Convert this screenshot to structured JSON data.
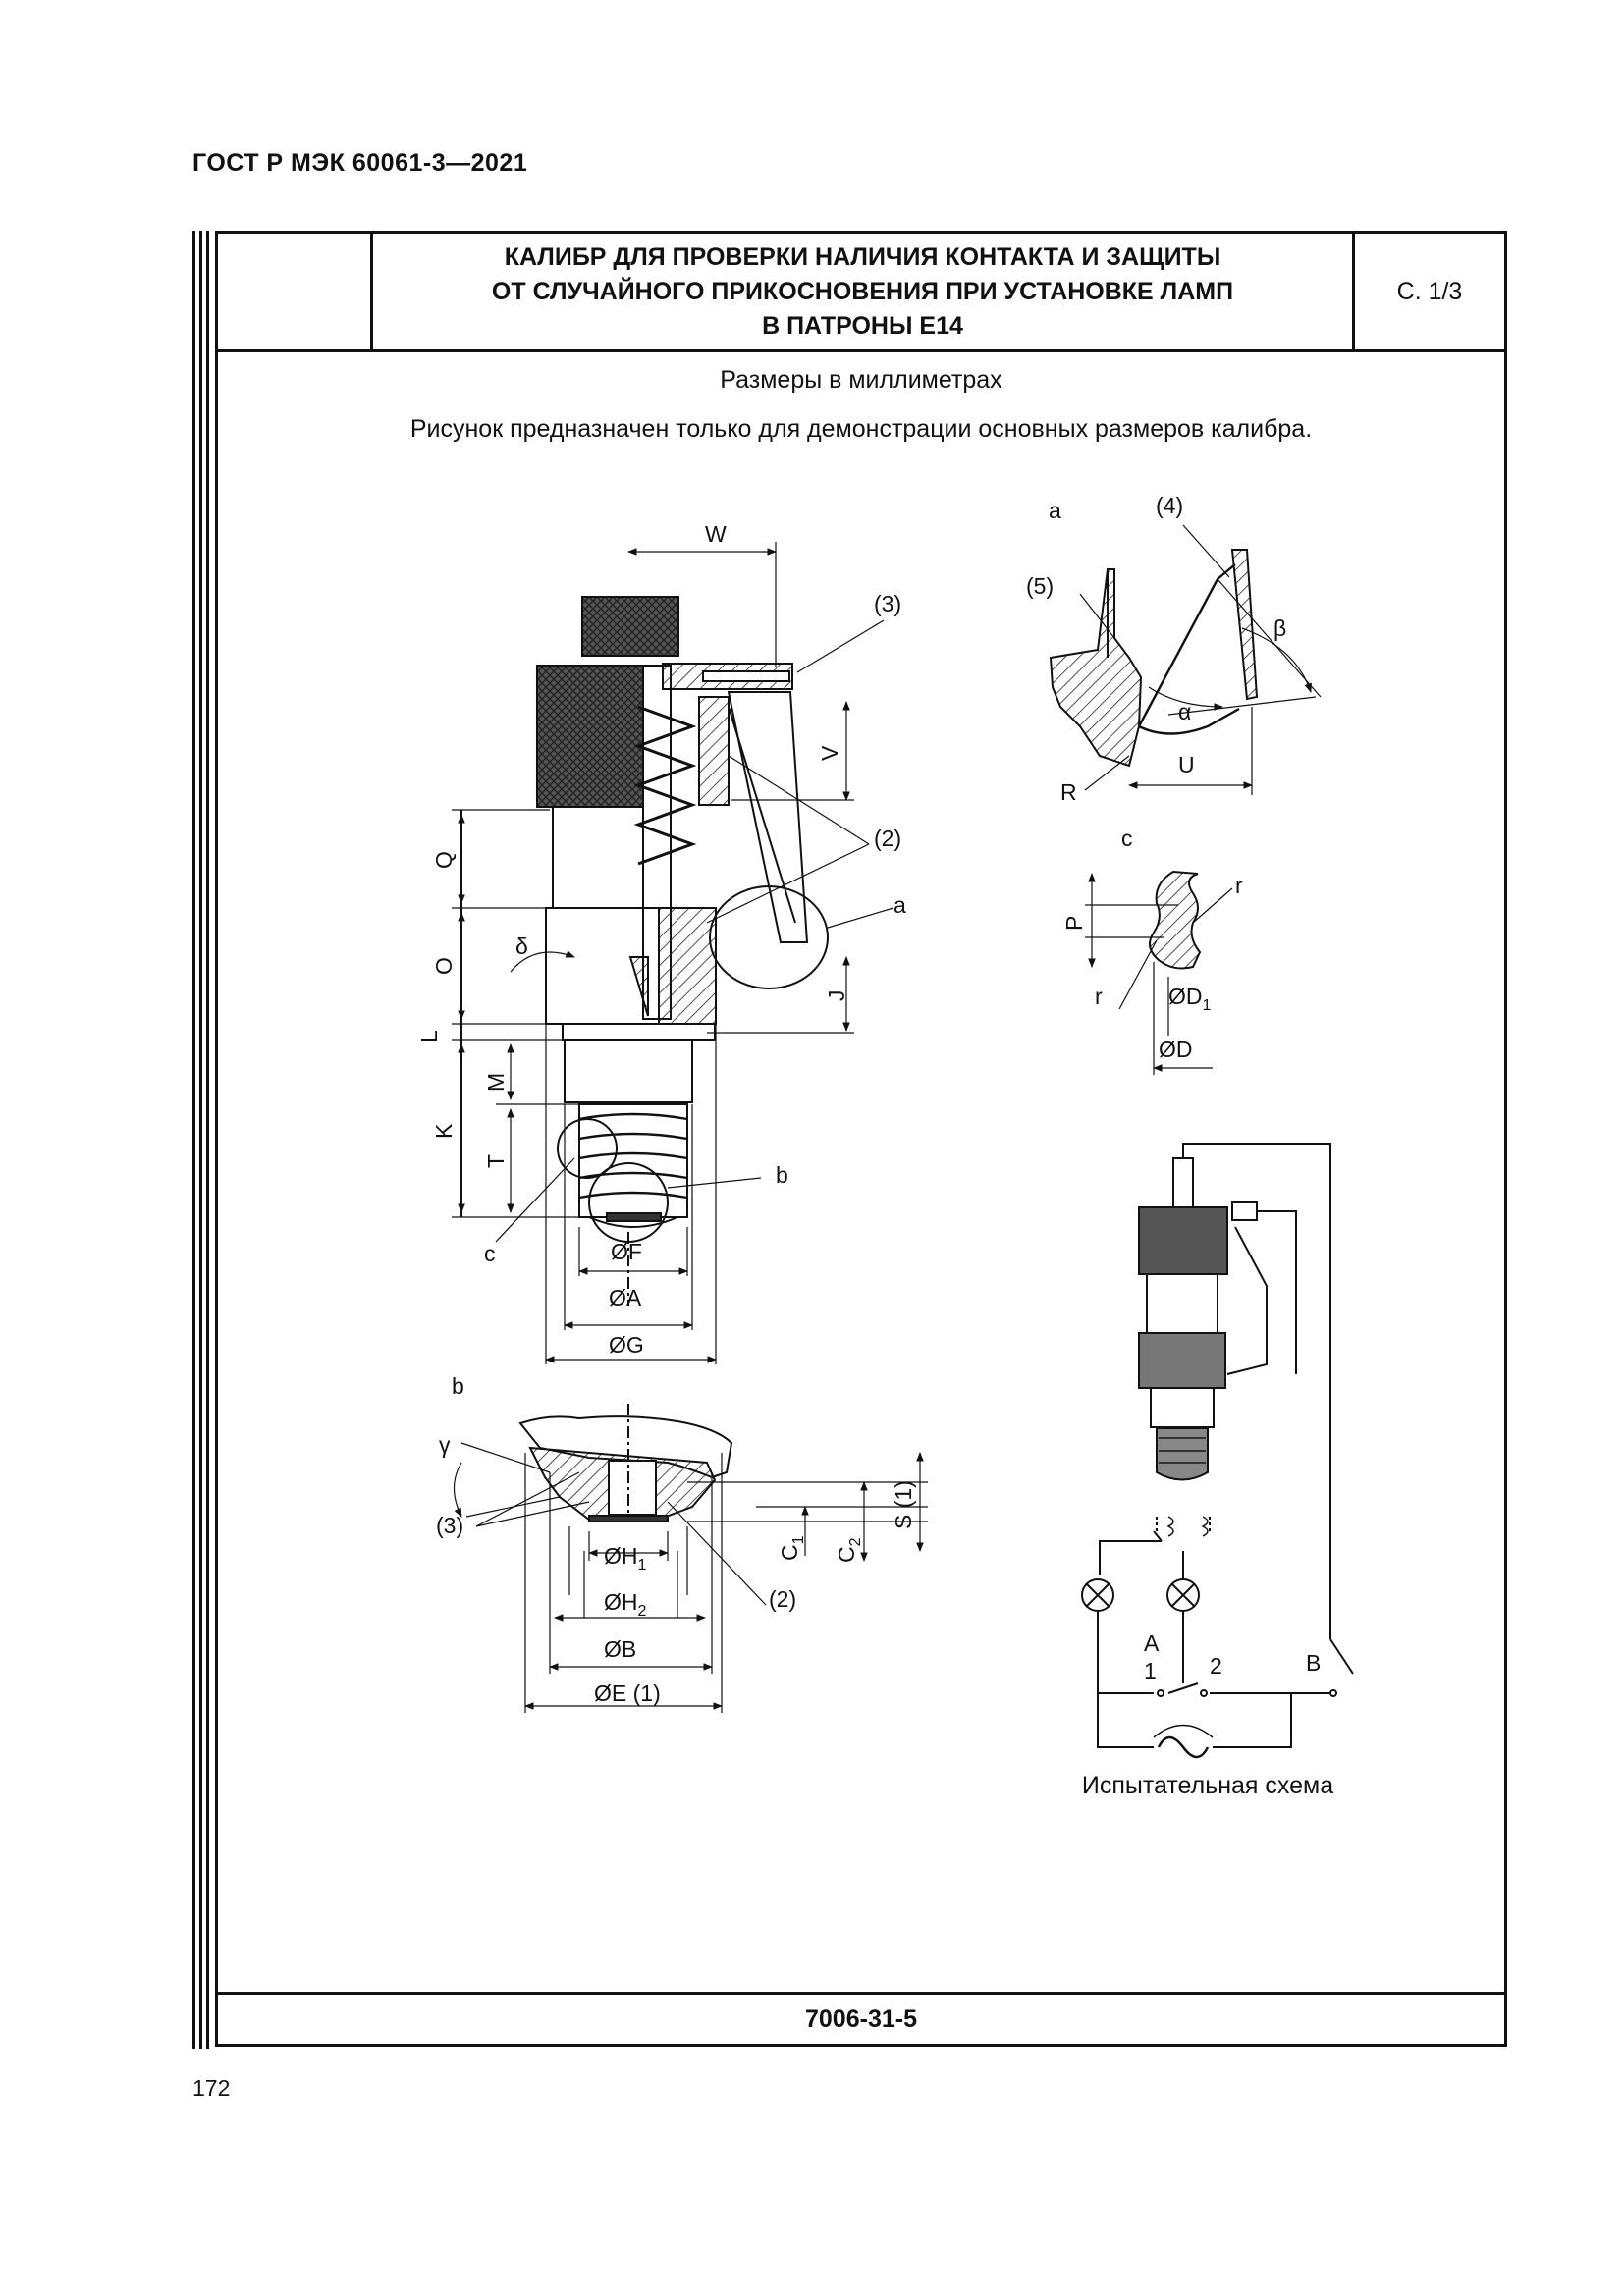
{
  "header": {
    "standard": "ГОСТ Р МЭК 60061-3—2021"
  },
  "sheet": {
    "title": "КАЛИБР ДЛЯ ПРОВЕРКИ НАЛИЧИЯ КОНТАКТА И ЗАЩИТЫ\nОТ СЛУЧАЙНОГО ПРИКОСНОВЕНИЯ ПРИ УСТАНОВКЕ ЛАМП\nВ ПАТРОНЫ Е14",
    "page_ref": "С. 1/3",
    "dimensions_note": "Размеры в миллиметрах",
    "figure_note": "Рисунок предназначен только для демонстрации основных размеров калибра.",
    "sheet_number": "7006-31-5"
  },
  "figure": {
    "labels": {
      "W": "W",
      "V": "V",
      "Q": "Q",
      "O": "O",
      "L": "L",
      "K": "K",
      "M": "M",
      "T": "T",
      "J": "J",
      "delta": "δ",
      "F": "ØF",
      "A": "ØA",
      "G": "ØG",
      "b": "b",
      "c": "c",
      "a": "a",
      "ref2": "(2)",
      "ref3": "(3)",
      "ref4": "(4)",
      "ref5": "(5)"
    },
    "detail_a": {
      "title": "a",
      "alpha": "α",
      "beta": "β",
      "U": "U",
      "R": "R"
    },
    "detail_c": {
      "title": "c",
      "P": "P",
      "r1": "r",
      "r2": "r",
      "D1": "ØD",
      "D1_sub": "1",
      "D": "ØD"
    },
    "detail_b": {
      "title": "b",
      "gamma": "γ",
      "ref3": "(3)",
      "ref2": "(2)",
      "H1": "ØH",
      "H1_sub": "1",
      "H2": "ØH",
      "H2_sub": "2",
      "B": "ØB",
      "E": "ØE (1)",
      "C1": "C",
      "C1_sub": "1",
      "C2": "C",
      "C2_sub": "2",
      "S": "S (1)"
    },
    "circuit": {
      "A": "A",
      "n1": "1",
      "n2": "2",
      "B": "B",
      "caption": "Испытательная схема"
    }
  },
  "footer": {
    "page_number": "172"
  }
}
